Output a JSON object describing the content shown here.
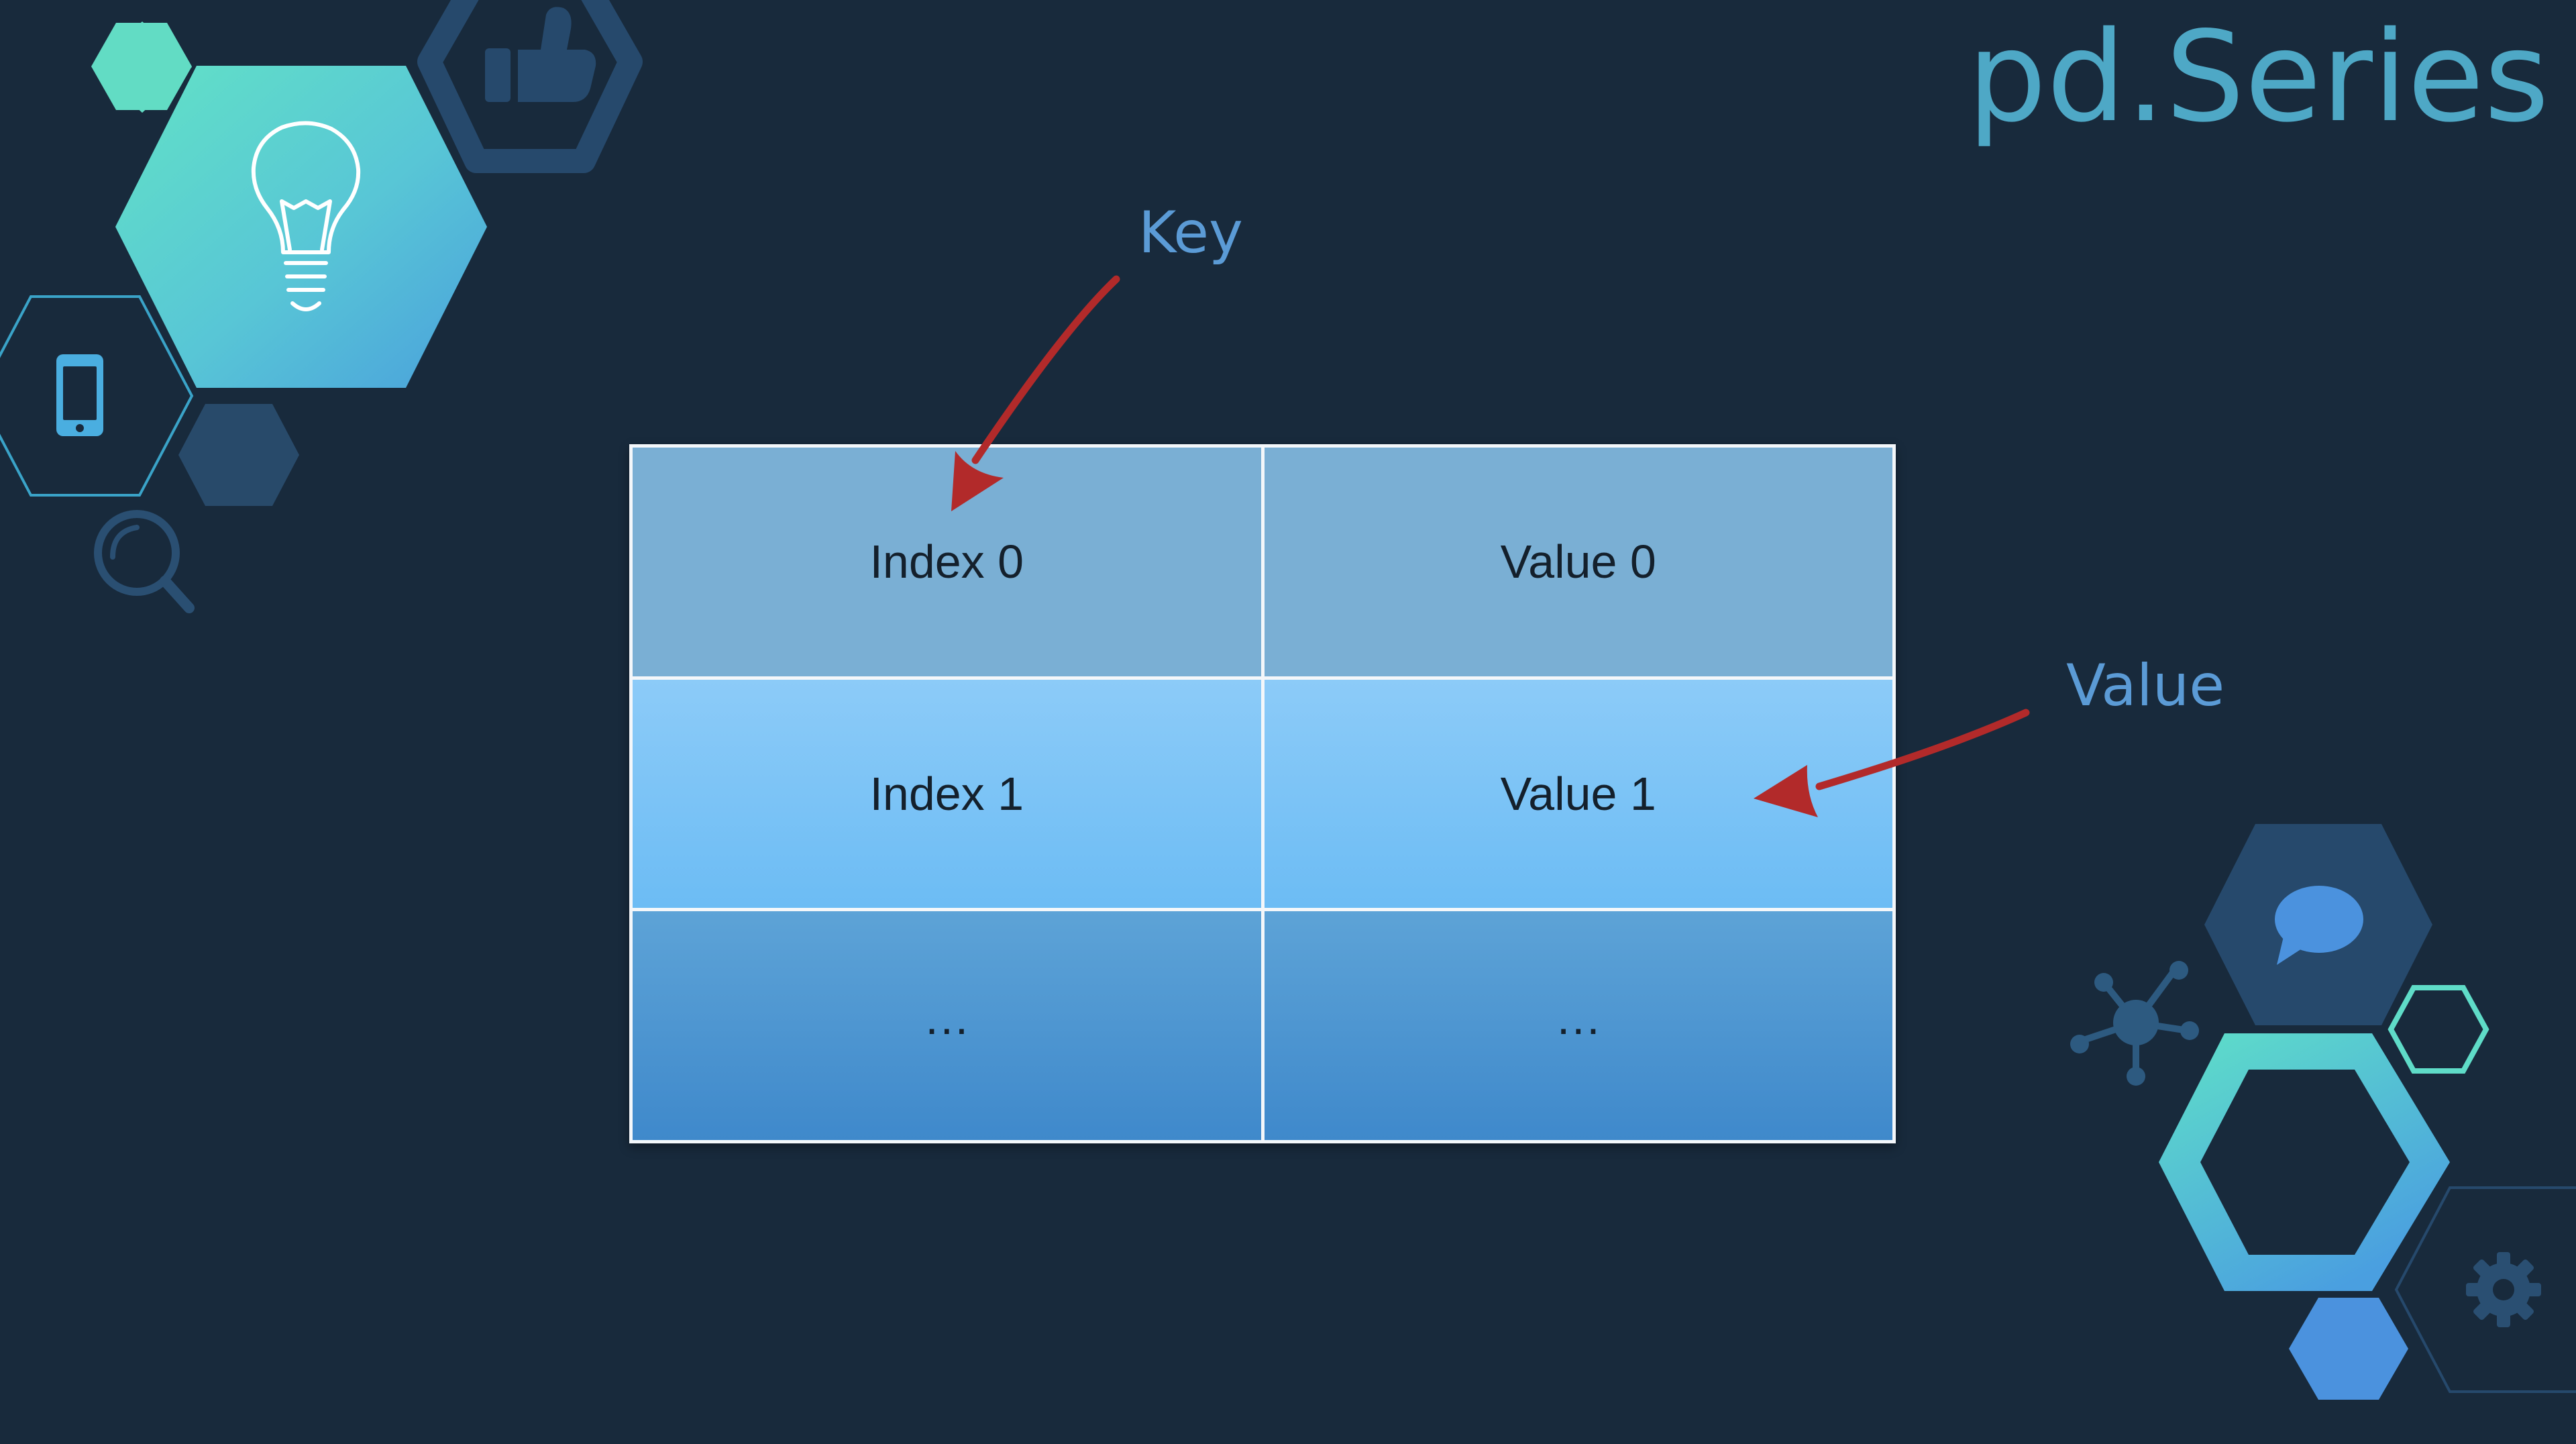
{
  "slide": {
    "title": "pd.Series"
  },
  "callouts": {
    "key_label": "Key",
    "value_label": "Value"
  },
  "table": {
    "rows": [
      {
        "index": "Index 0",
        "value": "Value 0"
      },
      {
        "index": "Index 1",
        "value": "Value 1"
      },
      {
        "index": "…",
        "value": "…"
      }
    ]
  },
  "icons": [
    "lightbulb-icon",
    "thumbs-up-icon",
    "smartphone-icon",
    "magnifier-icon",
    "speech-bubble-icon",
    "network-node-icon",
    "gear-icon"
  ],
  "colors": {
    "background": "#182a3c",
    "title": "#4ea8c6",
    "callout_text": "#5b9bd6",
    "arrow": "#b22a2a",
    "teal_accent": "#5fdcc8",
    "row_0": "#7aafd4",
    "row_1": "#7cc3f6",
    "row_2": "#4f96d1"
  }
}
